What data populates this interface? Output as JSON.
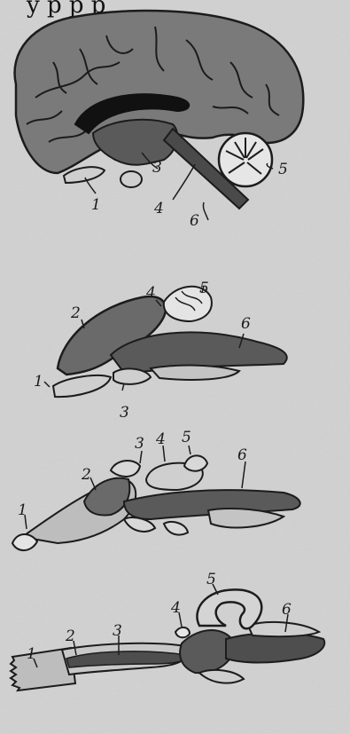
{
  "header_fragment": "y        p p p",
  "panels": [
    {
      "id": "panel-1",
      "labels": [
        "1",
        "3",
        "4",
        "5",
        "6"
      ]
    },
    {
      "id": "panel-2",
      "labels": [
        "1",
        "2",
        "3",
        "4",
        "5",
        "6"
      ]
    },
    {
      "id": "panel-3",
      "labels": [
        "1",
        "2",
        "3",
        "4",
        "5",
        "6"
      ]
    },
    {
      "id": "panel-4",
      "labels": [
        "1",
        "2",
        "3",
        "4",
        "5",
        "6"
      ]
    }
  ],
  "colors": {
    "background_tone": "#cfcfcf",
    "dark_tissue": "#4e4e4e",
    "light_tissue": "#bdbdbd",
    "outline": "#1c1c1c"
  }
}
